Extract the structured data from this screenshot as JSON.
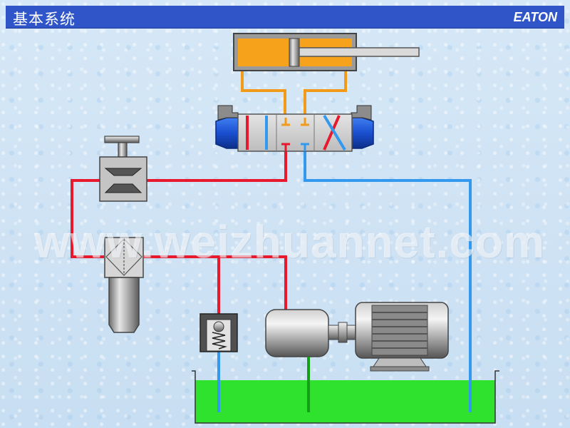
{
  "slide": {
    "title": "基本系统",
    "brand": "EATON",
    "watermark": "www.weizhuannet.com"
  },
  "colors": {
    "title_bar": "#2f55c8",
    "pressure_line": "#e8192c",
    "return_line": "#3399ee",
    "actuator_line": "#f29a1a",
    "cylinder_fill": "#f7a21b",
    "tank_fluid": "#2ee22e",
    "suction_line": "#14a014",
    "solenoid": "#1a55d6"
  },
  "components": [
    {
      "name": "cylinder",
      "icon": "hydraulic-cylinder-icon"
    },
    {
      "name": "directional-valve",
      "icon": "4-3-valve-icon"
    },
    {
      "name": "relief-valve",
      "icon": "relief-valve-icon"
    },
    {
      "name": "filter",
      "icon": "filter-icon"
    },
    {
      "name": "check-valve",
      "icon": "check-valve-icon"
    },
    {
      "name": "pump",
      "icon": "pump-icon"
    },
    {
      "name": "electric-motor",
      "icon": "motor-icon"
    },
    {
      "name": "reservoir",
      "icon": "tank-icon"
    }
  ]
}
